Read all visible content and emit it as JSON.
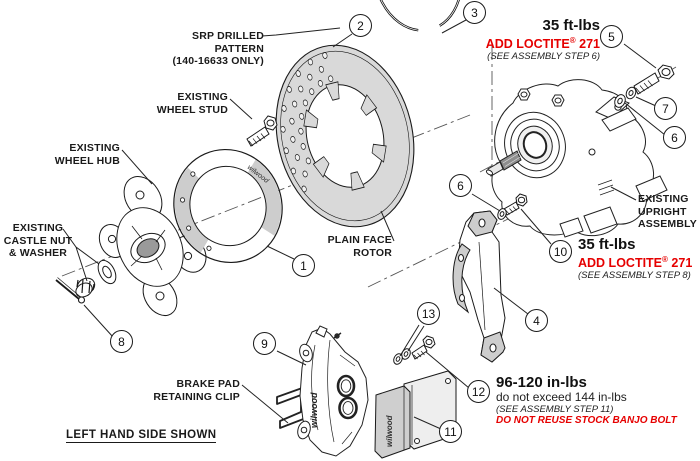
{
  "colors": {
    "red": "#e60000",
    "shade": "#cdcdcd",
    "rotor_face": "#d9d9d9",
    "line": "#1a1a1a"
  },
  "labels": {
    "srp": {
      "l1": "SRP DRILLED",
      "l2": "PATTERN",
      "l3": "(140-16633 ONLY)"
    },
    "stud": {
      "l1": "EXISTING",
      "l2": "WHEEL STUD"
    },
    "hub": {
      "l1": "EXISTING",
      "l2": "WHEEL HUB"
    },
    "castle": {
      "l1": "EXISTING",
      "l2": "CASTLE NUT",
      "l3": "& WASHER"
    },
    "rotor": {
      "l1": "PLAIN FACE",
      "l2": "ROTOR"
    },
    "upright": {
      "l1": "EXISTING",
      "l2": "UPRIGHT",
      "l3": "ASSEMBLY"
    },
    "clip": {
      "l1": "BRAKE PAD",
      "l2": "RETAINING CLIP"
    },
    "footer": "LEFT HAND SIDE SHOWN"
  },
  "torque_notes": [
    {
      "torque": "35 ft-lbs",
      "loctite_prefix": "ADD LOCTITE",
      "sup": "®",
      "loctite_suffix": " 271",
      "step": "(SEE ASSEMBLY STEP 6)"
    },
    {
      "torque": "35 ft-lbs",
      "loctite_prefix": "ADD LOCTITE",
      "sup": "®",
      "loctite_suffix": " 271",
      "step": "(SEE ASSEMBLY STEP 8)"
    },
    {
      "torque": "96-120 in-lbs",
      "sub": "do not exceed 144 in-lbs",
      "step": "(SEE ASSEMBLY STEP 11)",
      "warning": "DO NOT REUSE STOCK BANJO BOLT"
    }
  ],
  "balloons": [
    {
      "n": "1"
    },
    {
      "n": "2"
    },
    {
      "n": "3"
    },
    {
      "n": "4"
    },
    {
      "n": "5"
    },
    {
      "n": "6"
    },
    {
      "n": "6"
    },
    {
      "n": "7"
    },
    {
      "n": "8"
    },
    {
      "n": "9"
    },
    {
      "n": "10"
    },
    {
      "n": "11"
    },
    {
      "n": "12"
    },
    {
      "n": "13"
    }
  ],
  "part_markings": {
    "logo": "wilwood"
  }
}
